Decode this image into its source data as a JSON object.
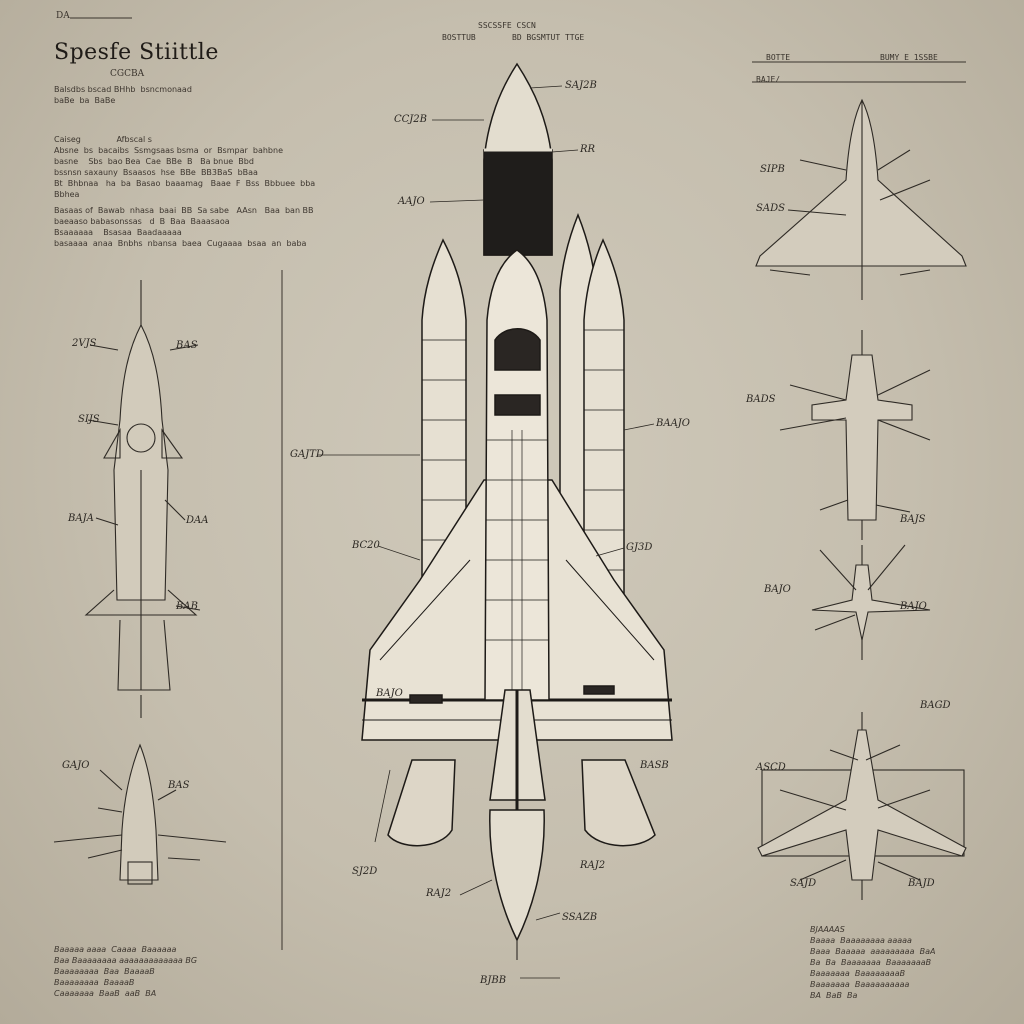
{
  "sheet": {
    "title": "Spesfe Stiittle",
    "subtitle": "CGCBA",
    "header_top_left": "DA",
    "header_center_1": "SSCSSFE CSCN",
    "header_center_2": "BOSTTUB",
    "header_center_3": "BD BGSMTUT TTGE",
    "header_right_1": "BOTTE",
    "header_right_2": "BUMY E 1SSBE",
    "header_right_3": "BAJE/"
  },
  "notes": {
    "intro": "Balsdbs bscad BHhb  bsncmonaad\nbaBe  ba  BaBe",
    "block1": "Caiseg              Afbscal s\nAbsne  bs  bacaibs  Ssmgsaas bsma  or  Bsmpar  bahbne\nbasne    Sbs  bao Bea  Cae  BBe  B   Ba bnue  Bbd\nbssnsn saxauny  Bsaasos  hse  BBe  BB3BaS  bBaa\nBt  Bhbnaa   ha  ba  Basao  baaamag   Baae  F  Bss  Bbbuee  bba\nBbhea",
    "block2": "Basaas of  Bawab  nhasa  baai  BB  Sa sabe   AAsn   Baa  ban BB\nbaeaaso babasonssas   d  B  Baa  Baaasaoa\nBsaaaaaa    Bsasaa  Baadaaaaa\nbasaaaa  anaa  Bnbhs  nbansa  baea  Cugaaaa  bsaa  an  baba"
  },
  "callouts": {
    "main": [
      "SAJ2B",
      "CCJ2B",
      "AAJO",
      "RR",
      "BAAJO",
      "GAJTD",
      "BC20",
      "GJ3D",
      "SJ2D",
      "RAJ2",
      "RAJ2",
      "SSAZB",
      "BAJO",
      "BASB"
    ],
    "left": [
      "2VJS",
      "BAS",
      "SIJS",
      "DAA",
      "BAJA",
      "BAB",
      "GAJO",
      "BAS"
    ],
    "right": [
      "SIPB",
      "SADS",
      "BADS",
      "BAJS",
      "BAJO",
      "BAJO",
      "ASCD",
      "BAGD",
      "SAJD",
      "BAJD"
    ]
  },
  "footer": {
    "left": "Baaaaa aaaa  Caaaa  Baaaaaa\nBaa Baaaaaaaa aaaaaaaaaaaaa BG\nBaaaaaaaa  Baa  BaaaaB\nBaaaaaaaa  BaaaaB\nCaaaaaaa  BaaB  aaB  BA",
    "right": "BJAAAAS\nBaaaa  Baaaaaaaa aaaaa\nBaaa  Baaaaa  aaaaaaaaa  BaA\nBa  Ba  Baaaaaaa  BaaaaaaaB\nBaaaaaaa  BaaaaaaaaB\nBaaaaaaa  Baaaaaaaaaa\nBA  BaB  Ba",
    "center": "BJBB"
  },
  "colors": {
    "paper": "#c8c1b1",
    "ink": "#2b2722",
    "shuttle_body": "#e3ddcf",
    "dark_tank": "#1f1d1b",
    "accent_red": "#7a3b2e"
  }
}
